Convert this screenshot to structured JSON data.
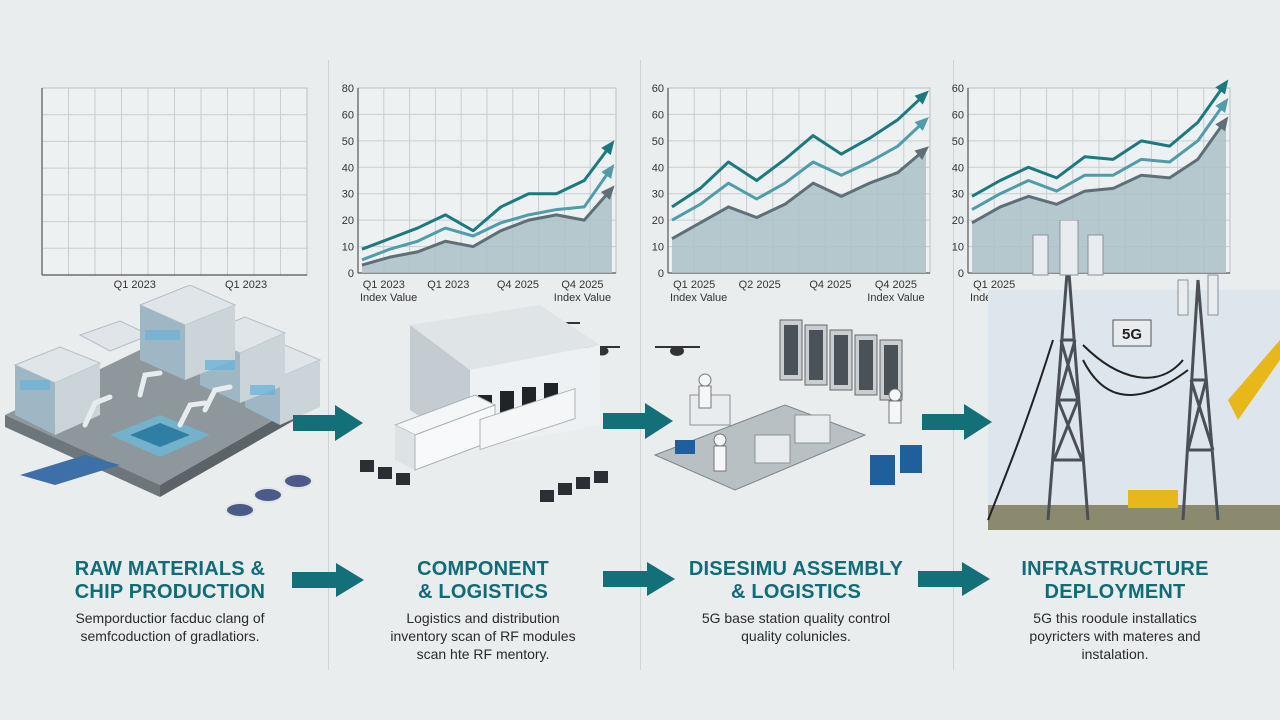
{
  "colors": {
    "background": "#eaedee",
    "title_teal": "#0f6c78",
    "arrow_teal": "#136f78",
    "series_dark": "#1b7a7f",
    "series_mid": "#4f9daa",
    "series_gray": "#5f6f78",
    "area_fill": "#a9c1c8"
  },
  "icons": [
    "factory-icon",
    "warehouse-truck-icon",
    "assembly-line-icon",
    "cell-tower-icon",
    "flow-arrow-icon",
    "drone-icon"
  ],
  "stages": [
    {
      "title_line1": "RAW MATERIALS &",
      "title_line2": "CHIP PRODUCTION",
      "desc_line1": "Semporductior facduc clang of",
      "desc_line2": "semfcoduction of gradlatiors.",
      "desc_line3": ""
    },
    {
      "title_line1": "COMPONENT",
      "title_line2": "& LOGISTICS",
      "desc_line1": "Logistics and distribution",
      "desc_line2": "inventory scan of RF modules",
      "desc_line3": "scan hte RF mentory."
    },
    {
      "title_line1": "DISESIMU ASSEMBLY",
      "title_line2": "& LOGISTICS",
      "desc_line1": "5G base station quality control",
      "desc_line2": "quality colunicles.",
      "desc_line3": ""
    },
    {
      "title_line1": "INFRASTRUCTURE",
      "title_line2": "DEPLOYMENT",
      "desc_line1": "5G this roodule installatics",
      "desc_line2": "poyricters with materes and",
      "desc_line3": "instalation."
    }
  ],
  "tower_badge": "5G",
  "chart_data": [
    {
      "type": "line",
      "title": "",
      "x_ticks": [
        "Q1 2023",
        "Q1 2023"
      ],
      "y_ticks": [],
      "xlabel": "",
      "ylim": [
        0,
        80
      ],
      "grid": true,
      "series": []
    },
    {
      "type": "area",
      "title": "",
      "x_ticks": [
        "Q1 2023",
        "Q1 2023",
        "Q4 2025",
        "Q4 2025"
      ],
      "y_ticks": [
        "0",
        "10",
        "20",
        "30",
        "40",
        "50",
        "60",
        "80"
      ],
      "xlabel": "Index Value",
      "ylim": [
        0,
        70
      ],
      "grid": true,
      "x": [
        0,
        1,
        2,
        3,
        4,
        5,
        6,
        7,
        8,
        9
      ],
      "series": [
        {
          "values": [
            9,
            13,
            17,
            22,
            16,
            25,
            30,
            30,
            35,
            49
          ]
        },
        {
          "values": [
            5,
            9,
            12,
            17,
            14,
            19,
            22,
            24,
            25,
            40
          ]
        },
        {
          "values": [
            3,
            6,
            8,
            12,
            10,
            16,
            20,
            22,
            20,
            32
          ]
        }
      ]
    },
    {
      "type": "area",
      "title": "",
      "x_ticks": [
        "Q1 2025",
        "Q2 2025",
        "Q4 2025",
        "Q4 2025"
      ],
      "y_ticks": [
        "0",
        "10",
        "20",
        "30",
        "40",
        "50",
        "60",
        "60"
      ],
      "xlabel": "Index Value",
      "ylim": [
        0,
        70
      ],
      "grid": true,
      "x": [
        0,
        1,
        2,
        3,
        4,
        5,
        6,
        7,
        8,
        9
      ],
      "series": [
        {
          "values": [
            25,
            32,
            42,
            35,
            43,
            52,
            45,
            51,
            58,
            68
          ]
        },
        {
          "values": [
            20,
            26,
            34,
            28,
            34,
            42,
            37,
            42,
            48,
            58
          ]
        },
        {
          "values": [
            13,
            19,
            25,
            21,
            26,
            34,
            29,
            34,
            38,
            47
          ]
        }
      ]
    },
    {
      "type": "area",
      "title": "",
      "x_ticks": [
        "Q1 2025"
      ],
      "y_ticks": [
        "0",
        "10",
        "20",
        "30",
        "40",
        "50",
        "60",
        "60"
      ],
      "xlabel": "Index Value",
      "ylim": [
        0,
        70
      ],
      "grid": true,
      "x": [
        0,
        1,
        2,
        3,
        4,
        5,
        6,
        7,
        8,
        9
      ],
      "series": [
        {
          "values": [
            29,
            35,
            40,
            36,
            44,
            43,
            50,
            48,
            57,
            72
          ]
        },
        {
          "values": [
            24,
            30,
            35,
            31,
            37,
            37,
            43,
            42,
            50,
            65
          ]
        },
        {
          "values": [
            19,
            25,
            29,
            26,
            31,
            32,
            37,
            36,
            43,
            58
          ]
        }
      ]
    }
  ]
}
